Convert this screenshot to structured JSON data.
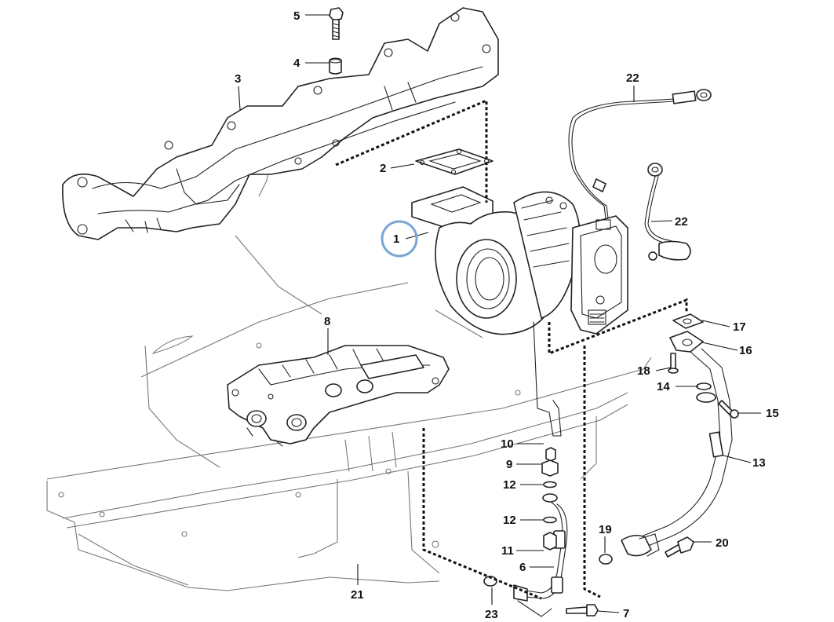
{
  "diagram": {
    "highlight_color": "#7aa6d4",
    "highlighted_callout": "1",
    "callouts": [
      "1",
      "2",
      "3",
      "4",
      "5",
      "6",
      "7",
      "8",
      "9",
      "10",
      "11",
      "12",
      "12",
      "13",
      "14",
      "15",
      "16",
      "17",
      "18",
      "19",
      "20",
      "21",
      "22",
      "22",
      "23"
    ]
  }
}
